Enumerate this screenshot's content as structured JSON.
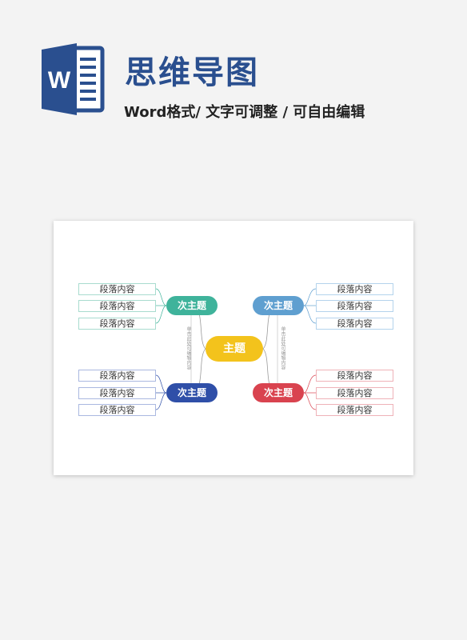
{
  "header": {
    "title": "思维导图",
    "subtitle": "Word格式/ 文字可调整 / 可自由编辑",
    "logo_letter": "W"
  },
  "mindmap": {
    "main_topic": "主题",
    "branches": [
      {
        "label": "次主题",
        "color": "#3fb39b",
        "leaves": [
          "段落内容",
          "段落内容",
          "段落内容"
        ]
      },
      {
        "label": "次主题",
        "color": "#5f9fd0",
        "leaves": [
          "段落内容",
          "段落内容",
          "段落内容"
        ]
      },
      {
        "label": "次主题",
        "color": "#2f4fa8",
        "leaves": [
          "段落内容",
          "段落内容",
          "段落内容"
        ]
      },
      {
        "label": "次主题",
        "color": "#d9434f",
        "leaves": [
          "段落内容",
          "段落内容",
          "段落内容"
        ]
      }
    ],
    "note_left": "单击此处可编辑内容",
    "note_right": "单击此处可编辑内容",
    "main_color": "#f3c31c"
  }
}
